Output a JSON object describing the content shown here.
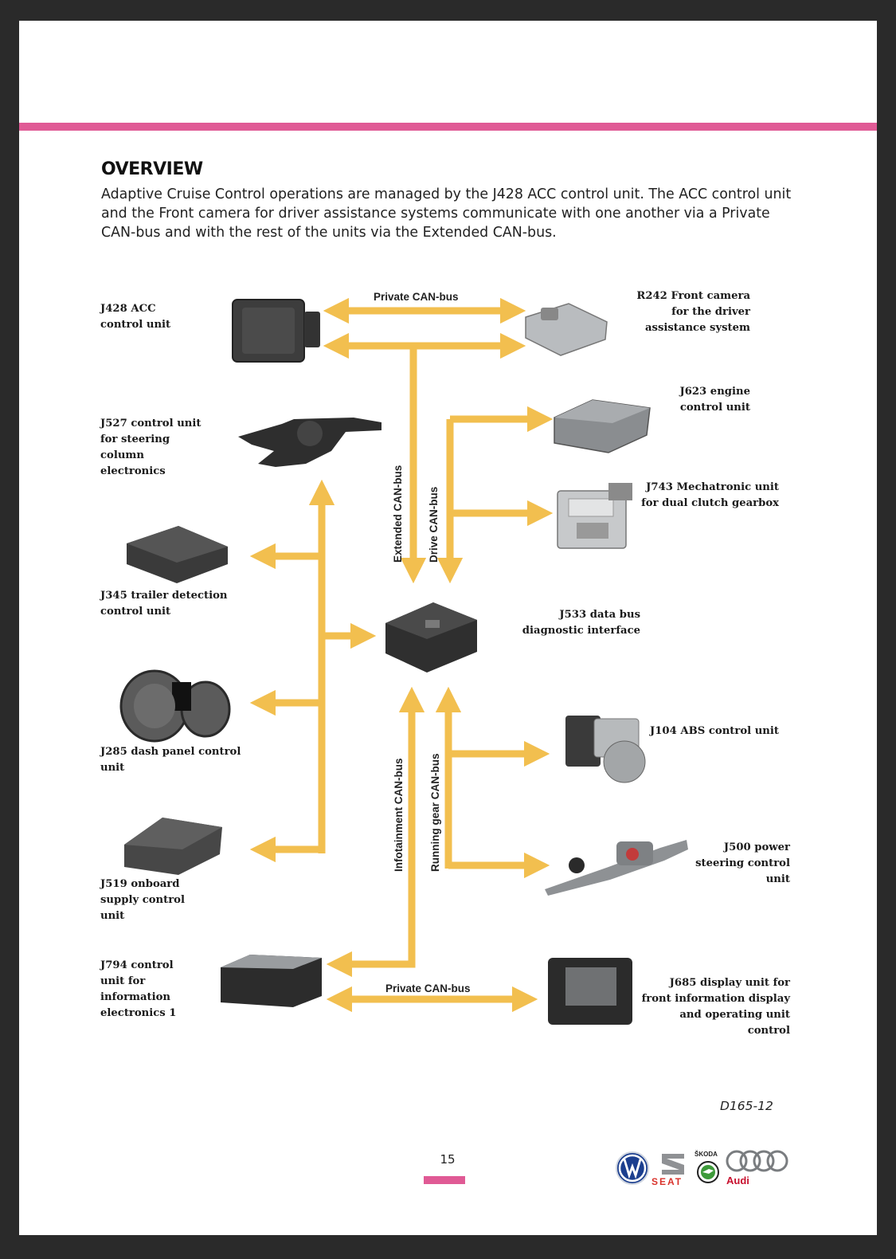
{
  "header": {
    "title": "OVERVIEW",
    "intro": "Adaptive Cruise Control operations are managed by the J428 ACC control unit. The ACC control unit and the Front camera for driver assistance systems communicate with one another via a Private CAN-bus and with the rest of the units via the Extended CAN-bus."
  },
  "units": {
    "j428": "J428 ACC control unit",
    "r242": "R242 Front camera for the driver assistance system",
    "j527": "J527 control unit for steering column electronics",
    "j623": "J623 engine control unit",
    "j743": "J743 Mechatronic unit for dual clutch gearbox",
    "j345": "J345 trailer detection control unit",
    "j533": "J533 data bus diagnostic interface",
    "j285": "J285 dash panel control unit",
    "j104": "J104 ABS control unit",
    "j519": "J519 onboard supply control unit",
    "j500": "J500 power steering control unit",
    "j794": "J794 control unit for information electronics 1",
    "j685": "J685 display unit for front information display and operating unit control"
  },
  "buses": {
    "private_top": "Private CAN-bus",
    "extended": "Extended CAN-bus",
    "drive": "Drive CAN-bus",
    "infotainment": "Infotainment CAN-bus",
    "running_gear": "Running gear CAN-bus",
    "private_bottom": "Private CAN-bus"
  },
  "footer": {
    "doc_ref": "D165-12",
    "page_number": "15",
    "brands": {
      "seat": "SEAT",
      "skoda": "ŠKODA",
      "audi": "Audi"
    }
  },
  "colors": {
    "bus": "#f2bf4f",
    "accent": "#e05a95",
    "seat": "#d9322b",
    "skoda": "#3d9a3a",
    "audi": "#c8102e",
    "vw": "#1c3f8f"
  }
}
